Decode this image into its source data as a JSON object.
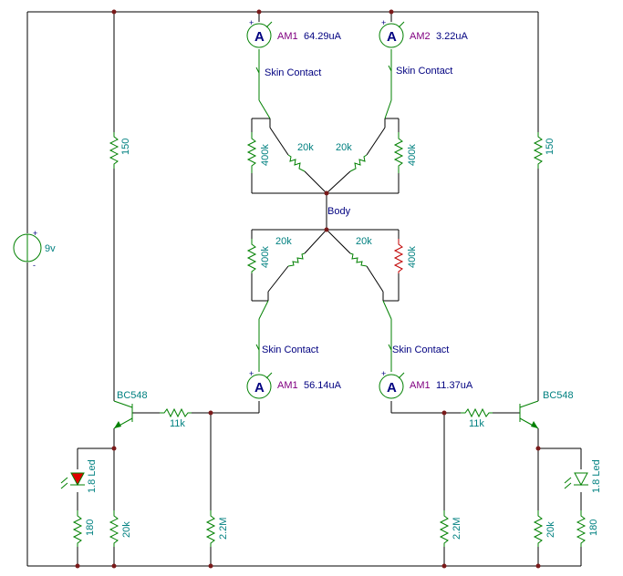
{
  "colors": {
    "wire": "#000000",
    "component": "#008000",
    "highlight": "#c00000",
    "value_text": "#008080",
    "label_text": "#000080",
    "meter_text": "#800080",
    "junction": "#7a1a1a"
  },
  "battery": {
    "label": "9v",
    "plus": "+",
    "minus": "-"
  },
  "resistors": {
    "r_left_top": "150",
    "r_right_top": "150",
    "r_tl_400k": "400k",
    "r_tl_20k": "20k",
    "r_tr_20k": "20k",
    "r_tr_400k": "400k",
    "r_bl_400k": "400k",
    "r_bl_20k": "20k",
    "r_br_20k": "20k",
    "r_br_400k": "400k",
    "r_base_left": "11k",
    "r_base_right": "11k",
    "r_bottom_left_180": "180",
    "r_bottom_left_20k": "20k",
    "r_bottom_left_22m": "2.2M",
    "r_bottom_right_22m": "2.2M",
    "r_bottom_right_20k": "20k",
    "r_bottom_right_180": "180"
  },
  "ammeters": {
    "tl": {
      "symbol": "A",
      "name": "AM1",
      "value": "64.29uA"
    },
    "tr": {
      "symbol": "A",
      "name": "AM2",
      "value": "3.22uA"
    },
    "bl": {
      "symbol": "A",
      "name": "AM1",
      "value": "56.14uA"
    },
    "br": {
      "symbol": "A",
      "name": "AM1",
      "value": "11.37uA"
    }
  },
  "switches": {
    "tl": "Skin Contact",
    "tr": "Skin Contact",
    "bl": "Skin Contact",
    "br": "Skin Contact"
  },
  "body_node": "Body",
  "transistors": {
    "left": "BC548",
    "right": "BC548"
  },
  "leds": {
    "left": "1.8 Led",
    "right": "1.8 Led"
  }
}
